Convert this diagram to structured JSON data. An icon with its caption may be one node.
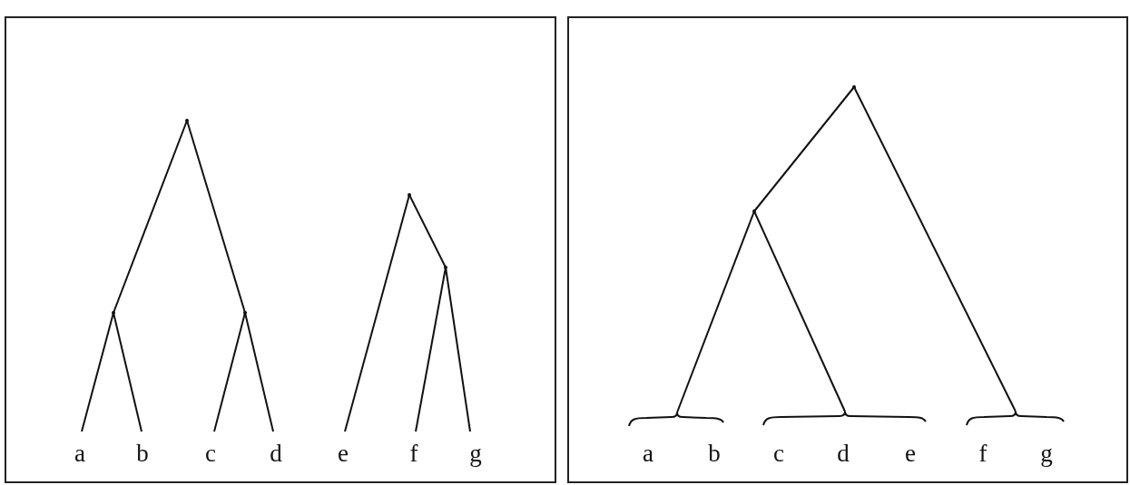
{
  "diagram": {
    "nodes": [
      {
        "text": [],
        "shape": "box"
      },
      {
        "text": [],
        "shape": "box"
      },
      {
        "text": [],
        "shape": "point",
        "in": 0
      },
      {
        "text": [],
        "shape": "point",
        "in": 0
      },
      {
        "text": [],
        "shape": "point",
        "in": 0
      },
      {
        "text": [],
        "shape": "point",
        "in": 0
      },
      {
        "text": [],
        "shape": "point",
        "in": 0
      },
      {
        "text": [
          "a"
        ],
        "in": 0
      },
      {
        "text": [
          "b"
        ],
        "in": 0
      },
      {
        "text": [
          "c"
        ],
        "in": 0
      },
      {
        "text": [
          "d"
        ],
        "in": 0
      },
      {
        "text": [
          "e"
        ],
        "in": 0
      },
      {
        "text": [
          "f"
        ],
        "in": 0
      },
      {
        "text": [
          "g"
        ],
        "in": 0
      },
      {
        "text": [],
        "shape": "point",
        "in": 1
      },
      {
        "text": [],
        "shape": "point",
        "in": 1
      },
      {
        "text": [],
        "shape": "brace",
        "in": 1
      },
      {
        "text": [],
        "shape": "brace",
        "in": 1
      },
      {
        "text": [],
        "shape": "brace",
        "in": 1
      },
      {
        "text": [
          "a"
        ],
        "in": 1
      },
      {
        "text": [
          "b"
        ],
        "in": 1
      },
      {
        "text": [
          "c"
        ],
        "in": 1
      },
      {
        "text": [
          "d"
        ],
        "in": 1
      },
      {
        "text": [
          "e"
        ],
        "in": 1
      },
      {
        "text": [
          "f"
        ],
        "in": 1
      },
      {
        "text": [
          "g"
        ],
        "in": 1
      }
    ],
    "edges": [
      {
        "from": 2,
        "to": 3,
        "arrow": "none"
      },
      {
        "from": 2,
        "to": 4,
        "arrow": "none"
      },
      {
        "from": 3,
        "to": 7,
        "arrow": "none"
      },
      {
        "from": 3,
        "to": 8,
        "arrow": "none"
      },
      {
        "from": 4,
        "to": 9,
        "arrow": "none"
      },
      {
        "from": 4,
        "to": 10,
        "arrow": "none"
      },
      {
        "from": 5,
        "to": 11,
        "arrow": "none"
      },
      {
        "from": 5,
        "to": 6,
        "arrow": "none"
      },
      {
        "from": 6,
        "to": 12,
        "arrow": "none"
      },
      {
        "from": 6,
        "to": 13,
        "arrow": "none"
      },
      {
        "from": 14,
        "to": 15,
        "arrow": "none"
      },
      {
        "from": 14,
        "to": 18,
        "arrow": "none"
      },
      {
        "from": 15,
        "to": 16,
        "arrow": "none"
      },
      {
        "from": 15,
        "to": 17,
        "arrow": "none"
      }
    ]
  }
}
